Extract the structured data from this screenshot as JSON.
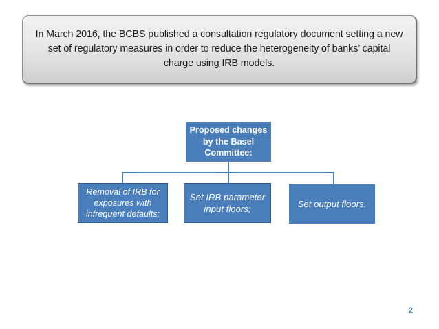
{
  "slide": {
    "page_number": "2",
    "accent_color": "#4a7ebb",
    "node_border_color": "#2e5a8e",
    "banner_border_color": "#8c8c8c",
    "banner_text_color": "#1a1a1a",
    "node_text_color": "#ffffff",
    "background_color": "#ffffff"
  },
  "banner": {
    "text": "In March 2016, the BCBS published a consultation regulatory document setting a new set of regulatory measures in order to reduce the heterogeneity of banks’ capital charge using IRB models."
  },
  "diagram": {
    "root": {
      "label": "Proposed changes by the Basel Committee:"
    },
    "children": [
      {
        "label": "Removal of IRB for exposures with infrequent defaults;"
      },
      {
        "label": "Set IRB parameter input floors;"
      },
      {
        "label": "Set output floors."
      }
    ]
  }
}
